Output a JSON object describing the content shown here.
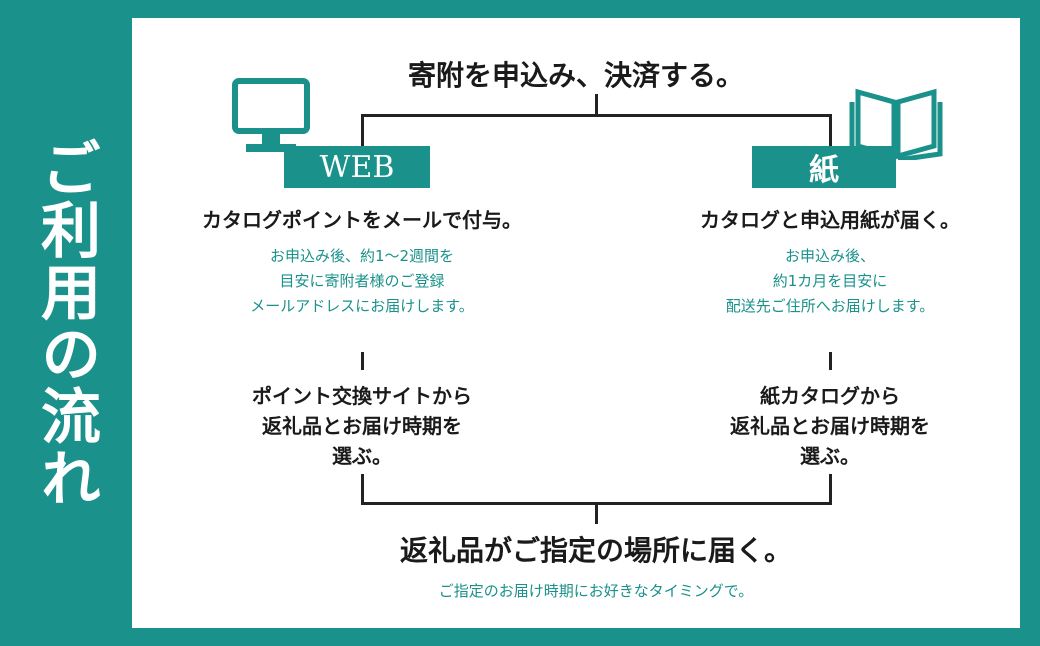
{
  "side_title": "ご利用の流れ",
  "top_heading": "寄附を申込み、決済する。",
  "web": {
    "label": "WEB",
    "heading": "カタログポイントをメールで付与。",
    "note_lines": [
      "お申込み後、約1〜2週間を",
      "目安に寄附者様のご登録",
      "メールアドレスにお届けします。"
    ],
    "step_lines": [
      "ポイント交換サイトから",
      "返礼品とお届け時期を",
      "選ぶ。"
    ]
  },
  "paper": {
    "label": "紙",
    "heading": "カタログと申込用紙が届く。",
    "note_lines": [
      "お申込み後、",
      "約1カ月を目安に",
      "配送先ご住所へお届けします。"
    ],
    "step_lines": [
      "紙カタログから",
      "返礼品とお届け時期を",
      "選ぶ。"
    ]
  },
  "bottom_heading": "返礼品がご指定の場所に届く。",
  "bottom_note": "ご指定のお届け時期にお好きなタイミングで。",
  "colors": {
    "accent": "#1a918b",
    "text": "#1a1a1a"
  },
  "icons": {
    "web": "computer-monitor-icon",
    "paper": "open-book-icon"
  }
}
